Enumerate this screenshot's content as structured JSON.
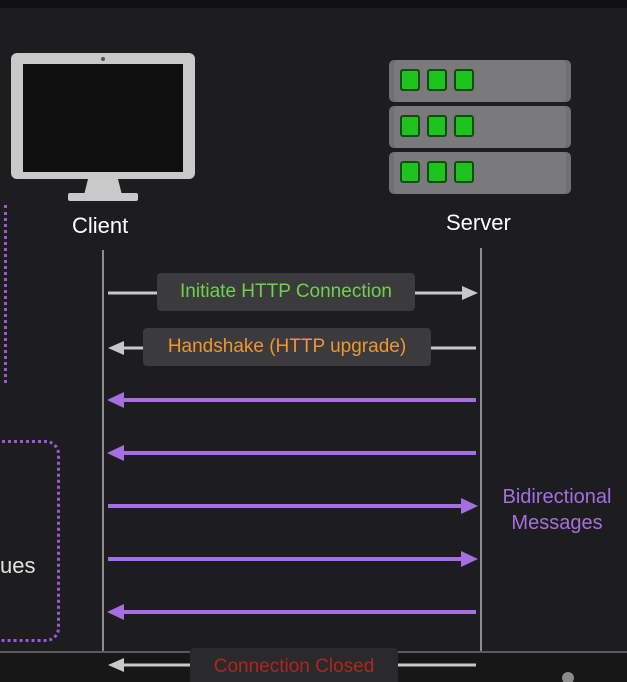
{
  "diagram": {
    "client": {
      "label": "Client",
      "icon": "monitor-icon"
    },
    "server": {
      "label": "Server",
      "icon": "server-rack-icon",
      "units": 3,
      "lights_per_unit": 3
    },
    "messages": [
      {
        "label": "Initiate HTTP Connection",
        "direction": "client-to-server",
        "color": "#6ed24a"
      },
      {
        "label": "Handshake (HTTP upgrade)",
        "direction": "server-to-client",
        "color": "#f2952c"
      },
      {
        "label": "",
        "direction": "server-to-client",
        "color": "#a66ee0"
      },
      {
        "label": "",
        "direction": "server-to-client",
        "color": "#a66ee0"
      },
      {
        "label": "",
        "direction": "client-to-server",
        "color": "#a66ee0"
      },
      {
        "label": "",
        "direction": "client-to-server",
        "color": "#a66ee0"
      },
      {
        "label": "",
        "direction": "server-to-client",
        "color": "#a66ee0"
      },
      {
        "label": "Connection Closed",
        "direction": "server-to-client",
        "color": "#b2241e"
      }
    ],
    "bidirectional": {
      "line1": "Bidirectional",
      "line2": "Messages"
    },
    "partial_text": "ues"
  },
  "colors": {
    "background": "#1d1d1f",
    "lifeline": "#8d8d90",
    "handshake_arrow": "#c8c8c8",
    "bidirectional": "#a66ee0",
    "server_light": "#1fc31f",
    "label_box": "#3b3b3d"
  }
}
